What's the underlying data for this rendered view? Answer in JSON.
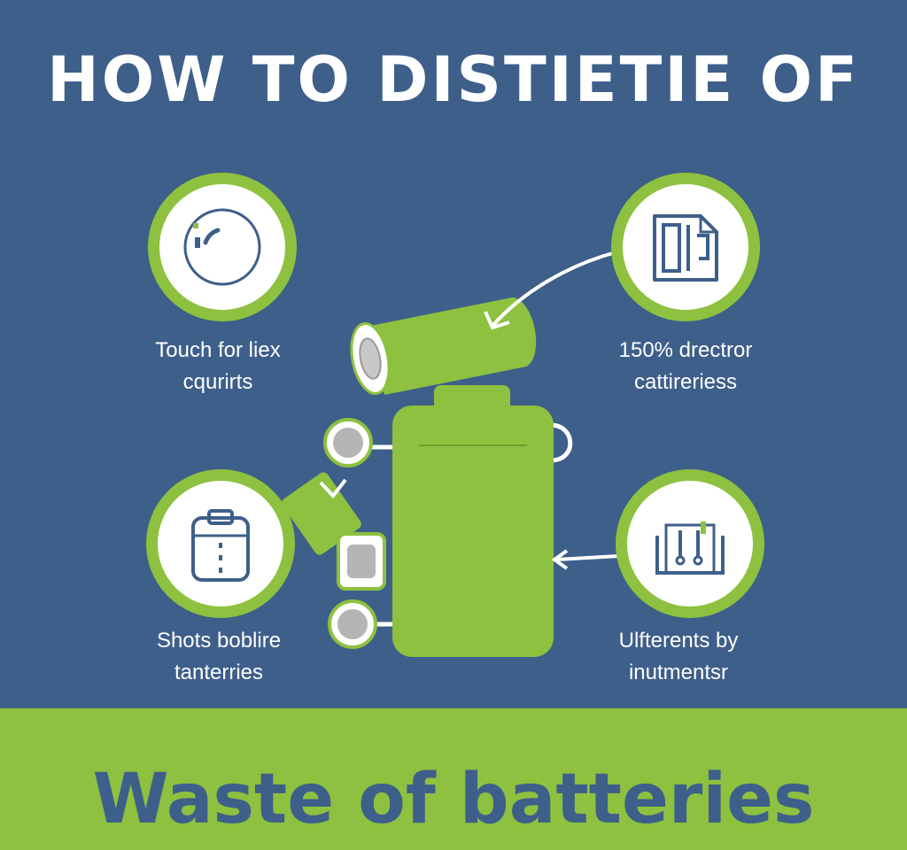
{
  "title": "HOW TO DISTIETIE OF",
  "steps": [
    {
      "label_line1": "Touch for liex",
      "label_line2": "cqurirts",
      "icon": "ring-icon"
    },
    {
      "label_line1": "150% drectror",
      "label_line2": "cattireriess",
      "icon": "document-icon"
    },
    {
      "label_line1": "Shots boblire",
      "label_line2": "tanterries",
      "icon": "battery-box-icon"
    },
    {
      "label_line1": "Ulfterents by",
      "label_line2": "inutmentsr",
      "icon": "tools-icon"
    }
  ],
  "footer": {
    "text": "Waste of batteries"
  },
  "colors": {
    "background": "#3e5f8a",
    "accent": "#8dc13f",
    "text": "#ffffff"
  }
}
